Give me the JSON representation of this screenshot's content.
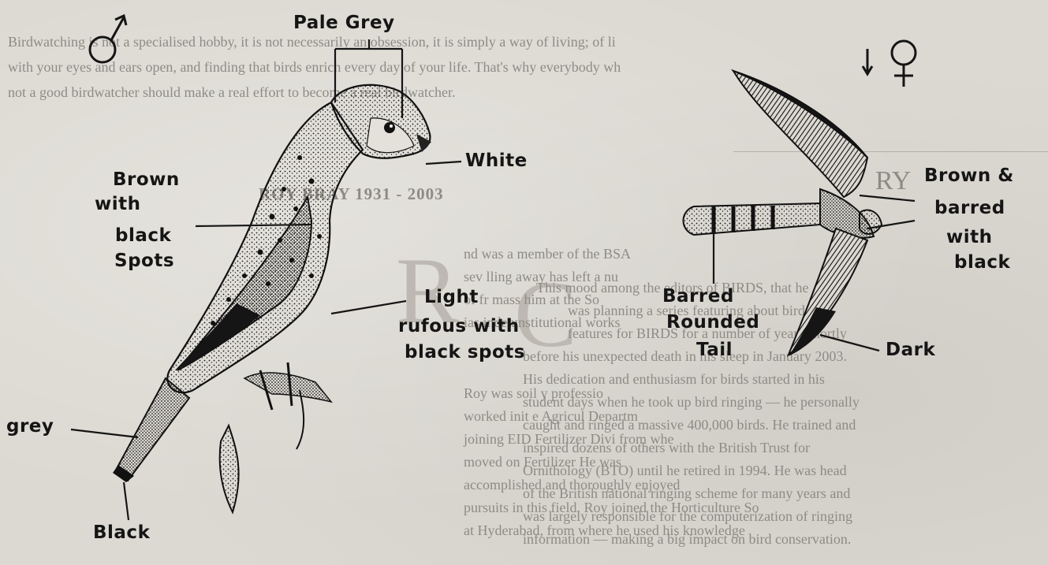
{
  "handwritten_labels": {
    "pale_grey": "Pale Grey",
    "white": "White",
    "brown_with": "Brown",
    "with": "with",
    "black": "black",
    "spots": "Spots",
    "light": "Light",
    "rufous_with": "rufous with",
    "black_spots": "black  spots",
    "grey": "grey",
    "black_tail": "Black",
    "brown_and": "Brown &",
    "barred": "barred",
    "with_2": "with",
    "black_2": "black",
    "barred_rounded": "Barred",
    "rounded": "Rounded",
    "tail": "Tail",
    "dark": "Dark",
    "male_symbol": "♂",
    "female_symbol": "♀",
    "arrow_down": "↓"
  },
  "background_article": {
    "line1": "Birdwatching is not a specialised hobby, it is not necessarily an obsession, it is simply a way of living; of li",
    "line2": "with your eyes and ears open, and finding that birds enrich every day of your life. That's why everybody wh",
    "line3": "not a good birdwatcher should make a real effort to become a real birdwatcher.",
    "heading": "ROY BRAY 1931 - 2003",
    "heading_right": "RY",
    "obituary_lines": [
      "This mood among the editors of BIRDS, that he",
      "was planning a series featuring about birds",
      "features for BIRDS for a number of years shortly",
      "before his unexpected death in his sleep in January 2003.",
      "His dedication and enthusiasm for birds started in his",
      "student days when he took up bird ringing — he personally",
      "caught and ringed a massive 400,000 birds. He trained and",
      "inspired dozens of others with the British Trust for",
      "Ornithology (BTO) until he retired in 1994. He was head",
      "of the British national ringing scheme for many years and",
      "was largely responsible for the computerization of ringing",
      "information — making a big impact on bird conservation."
    ],
    "middle_lines": [
      "nd was a member of the BSA",
      "sev             lling away has left a nu",
      "of fr                    mass him at the So",
      "ias inde                 unstitutional works",
      "Roy was           soil           y professio",
      "worked init          e Agricul      Departm",
      "joining EID           Fertilizer Divi    from whe",
      "moved on                   Fertilizer    He was",
      "accomplished               and thoroughly enjoyed",
      "pursuits in this field. Roy joined the Horticulture So",
      "at Hyderabad, from where he used his knowledge"
    ]
  }
}
